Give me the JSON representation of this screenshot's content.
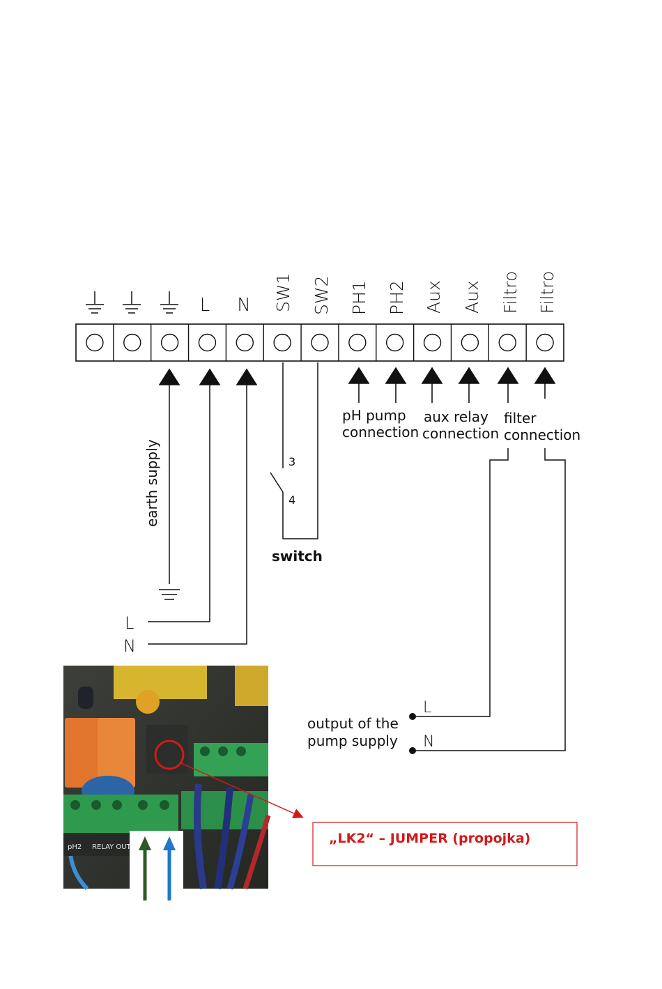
{
  "terminals": [
    {
      "label": "",
      "icon": "ground-icon"
    },
    {
      "label": "",
      "icon": "ground-icon"
    },
    {
      "label": "",
      "icon": "ground-icon"
    },
    {
      "label": "L"
    },
    {
      "label": "N"
    },
    {
      "label": "SW1"
    },
    {
      "label": "SW2"
    },
    {
      "label": "PH1"
    },
    {
      "label": "PH2"
    },
    {
      "label": "Aux"
    },
    {
      "label": "Aux"
    },
    {
      "label": "Filtro"
    },
    {
      "label": "Filtro"
    }
  ],
  "annotations": {
    "earth_supply": "earth supply",
    "ph_pump_line1": "pH pump",
    "ph_pump_line2": "connection",
    "aux_relay_line1": "aux relay",
    "aux_relay_line2": "connection",
    "filter_line1": "filter",
    "filter_line2": "connection",
    "switch": "switch",
    "switch_pin_3": "3",
    "switch_pin_4": "4",
    "supply_L": "L",
    "supply_N": "N",
    "output_line1": "output of the",
    "output_line2": "pump supply",
    "output_L": "L",
    "output_N": "N"
  },
  "jumper_callout": "„LK2“ – JUMPER (propojka)",
  "board_photo": {
    "silkscreen_1": "pH2",
    "silkscreen_2": "RELAY OUT"
  },
  "colors": {
    "line": "#111111",
    "callout_red": "#d21a1a",
    "arrow_green": "#2e5a2a",
    "arrow_blue": "#1f78c8"
  }
}
